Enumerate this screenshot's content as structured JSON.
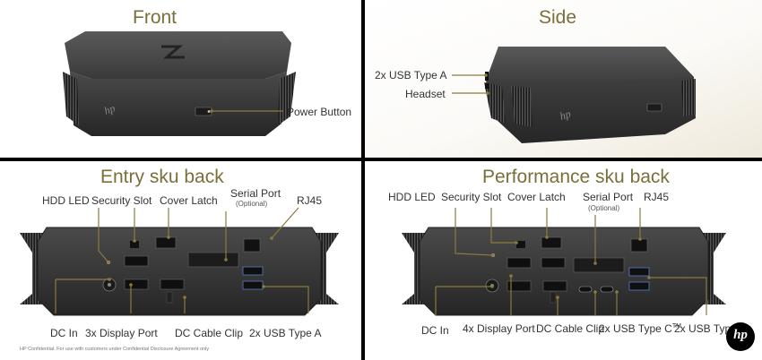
{
  "front": {
    "title": "Front",
    "power_button": "Power Button"
  },
  "side": {
    "title": "Side",
    "usb_a": "2x USB Type A",
    "headset": "Headset"
  },
  "entry": {
    "title": "Entry sku back",
    "hdd_led": "HDD LED",
    "security_slot": "Security Slot",
    "cover_latch": "Cover Latch",
    "serial_port": "Serial Port",
    "optional": "(Optional)",
    "rj45": "RJ45",
    "dc_in": "DC In",
    "display_port": "3x Display Port",
    "dc_clip": "DC Cable Clip",
    "usb_a": "2x USB Type A"
  },
  "performance": {
    "title": "Performance sku back",
    "hdd_led": "HDD LED",
    "security_slot": "Security Slot",
    "cover_latch": "Cover Latch",
    "serial_port": "Serial Port",
    "optional": "(Optional)",
    "rj45": "RJ45",
    "dc_in": "DC In",
    "display_port": "4x Display Port",
    "dc_clip": "DC Cable Clip",
    "usb_c_prefix": "2x USB Type C",
    "usb_c_tm": "TM",
    "usb_a": "2x USB Type A"
  },
  "footer": "HP Confidential. For use with customers under Confidential Disclosure Agreement only",
  "logo": "hp",
  "colors": {
    "title": "#7a6f3a",
    "callout": "#8a7a3c",
    "device": "#3c3c3c"
  }
}
